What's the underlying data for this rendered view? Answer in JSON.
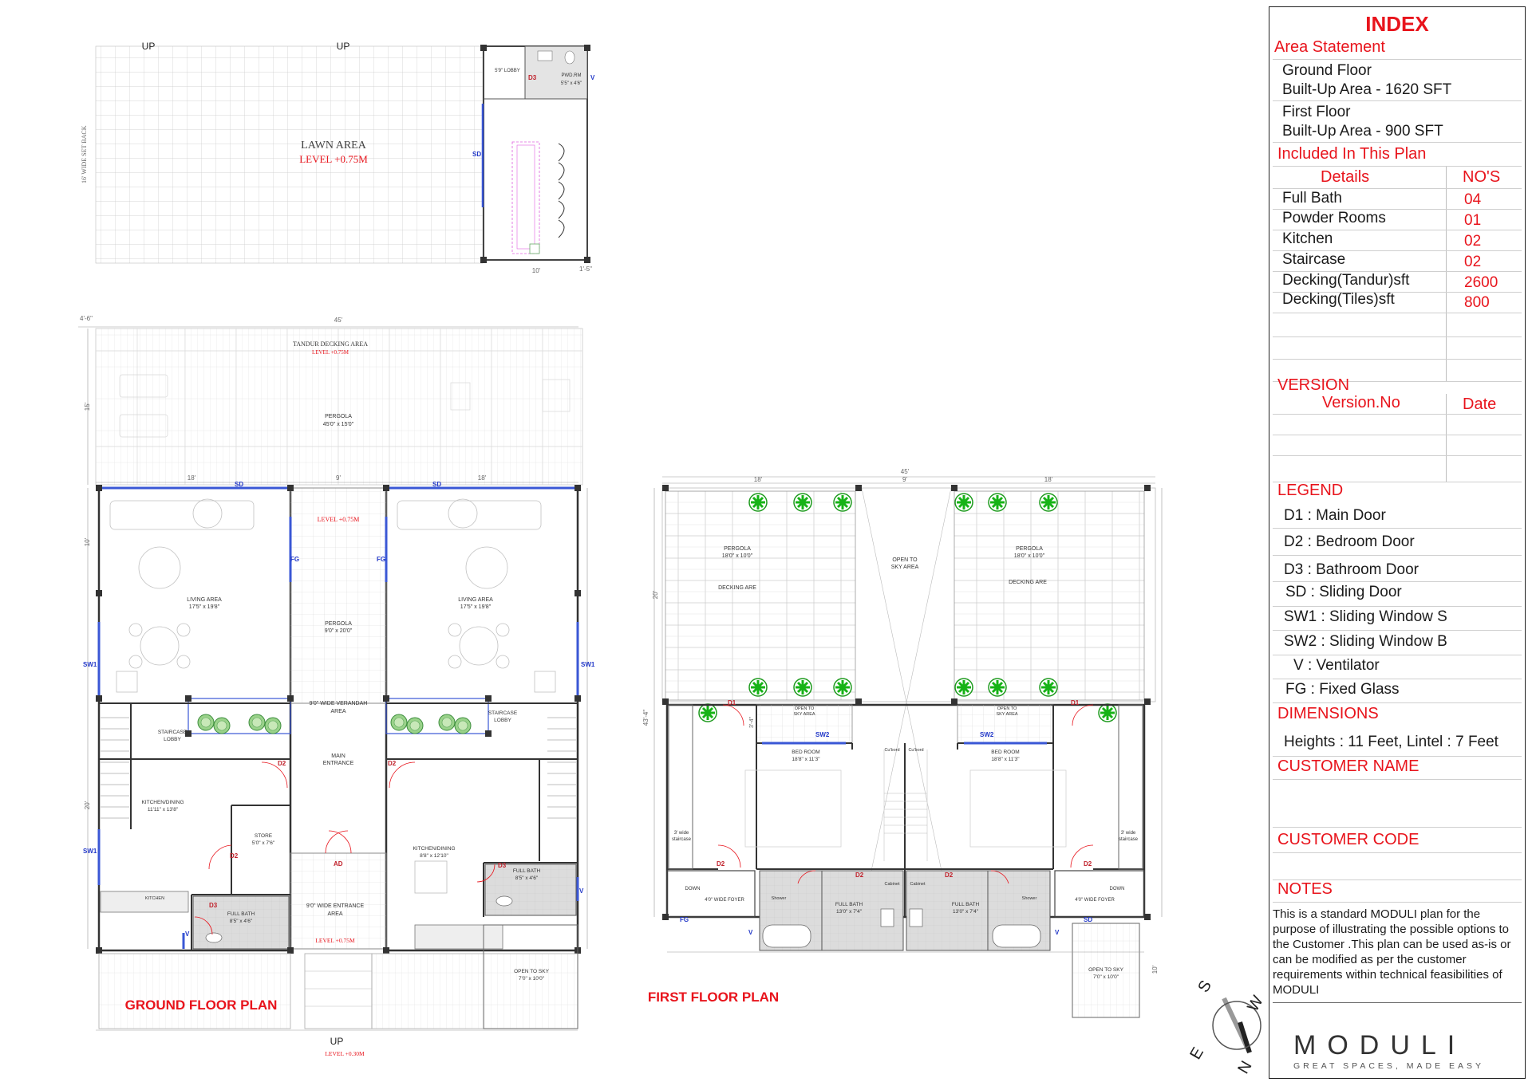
{
  "index": {
    "title": "INDEX",
    "area_statement": {
      "heading": "Area Statement",
      "ground_floor_label": "Ground Floor",
      "ground_floor_area": "Built-Up  Area - 1620 SFT",
      "first_floor_label": "First Floor",
      "first_floor_area": "Built-Up  Area - 900 SFT"
    },
    "included": {
      "heading": "Included In This Plan",
      "col_details": "Details",
      "col_nos": "NO'S",
      "rows": [
        {
          "item": "Full Bath",
          "count": "04"
        },
        {
          "item": "Powder Rooms",
          "count": "01"
        },
        {
          "item": "Kitchen",
          "count": "02"
        },
        {
          "item": "Staircase",
          "count": "02"
        },
        {
          "item": "Decking(Tandur)sft",
          "count": "2600"
        },
        {
          "item": "Decking(Tiles)sft",
          "count": "800"
        }
      ]
    },
    "version": {
      "heading": "VERSION",
      "col_version": "Version.No",
      "col_date": "Date"
    },
    "legend": {
      "heading": "LEGEND",
      "items": [
        "D1 : Main Door",
        "D2 : Bedroom Door",
        "D3 : Bathroom Door",
        "SD : Sliding Door",
        "SW1 : Sliding Window S",
        "SW2 : Sliding Window B",
        "V    : Ventilator",
        "FG    : Fixed Glass"
      ]
    },
    "dimensions": {
      "heading": "DIMENSIONS",
      "value": "Heights : 11 Feet, Lintel : 7 Feet"
    },
    "customer_name": {
      "heading": "CUSTOMER NAME"
    },
    "customer_code": {
      "heading": "CUSTOMER CODE"
    },
    "notes": {
      "heading": "NOTES",
      "text": "This is a standard MODULI plan for the purpose of illustrating the possible options to the Customer .This plan can be used as-is or can be modified as per the customer requirements within technical feasibilities of MODULI"
    },
    "logo": {
      "word": "MODULI",
      "tagline": "GREAT SPACES, MADE EASY"
    }
  },
  "compass": {
    "n": "N",
    "e": "E",
    "s": "S",
    "w": "W"
  },
  "ground_floor": {
    "title": "GROUND FLOOR PLAN",
    "up_left": "UP",
    "up_right": "UP",
    "up_bottom": "UP",
    "level_bottom": "LEVEL +0.30M",
    "lawn_area": "LAWN AREA",
    "lawn_level": "LEVEL +0.75M",
    "setback": "16' WIDE SET BACK",
    "tandur_decking": "TANDUR DECKING AREA",
    "tandur_level": "LEVEL +0.75M",
    "pergola_main": "PERGOLA",
    "pergola_main_size": "45'0\" x 15'0\"",
    "dim_45": "45'",
    "dim_18a": "18'",
    "dim_9": "9'",
    "dim_18b": "18'",
    "dim_10": "10'",
    "dim_15": "15'",
    "dim_20": "20'",
    "level_mid": "LEVEL +0.75M",
    "pergola_center": "PERGOLA",
    "pergola_center_size": "9'0\" x 20'0\"",
    "living_left": "LIVING AREA",
    "living_left_size": "17'5\" x 19'8\"",
    "living_right": "LIVING AREA",
    "living_right_size": "17'5\" x 19'8\"",
    "verandah": "9'0\" WIDE  VERANDAH",
    "verandah_area": "AREA",
    "main_entrance": "MAIN",
    "main_entrance_2": "ENTRANCE",
    "staircase_lobby_l": "STAIRCASE",
    "staircase_lobby_l2": "LOBBY",
    "staircase_lobby_r": "STAIRCASE",
    "staircase_lobby_r2": "LOBBY",
    "kitchen_left": "KITCHEN/DINING",
    "kitchen_left_size": "11'11\" x 13'8\"",
    "kitchen_right": "KITCHEN/DINING",
    "kitchen_right_size": "8'8\" x 12'10\"",
    "store": "STORE",
    "store_size": "5'0\" x 7'6\"",
    "full_bath_l": "FULL BATH",
    "full_bath_l_size": "8'5\" x 4'6\"",
    "full_bath_r": "FULL BATH",
    "full_bath_r_size": "8'5\" x 4'6\"",
    "entrance_area": "9'0\" WIDE ENTRANCE",
    "entrance_area_2": "AREA",
    "entrance_level": "LEVEL +0.75M",
    "open_sky": "OPEN TO SKY",
    "open_sky_size": "7'0\" x 10'0\"",
    "lobby_small": "5'9\" LOBBY",
    "pwd_rm": "PWD.RM",
    "pwd_rm_size": "5'5\" x 4'6\"",
    "kitchen_small": "KITCHEN",
    "dim_10b": "10'",
    "dim_45b": "4'-6\"",
    "dim_1_5": "1'-5\""
  },
  "first_floor": {
    "title": "FIRST FLOOR PLAN",
    "pergola_l": "PERGOLA",
    "pergola_l_size": "18'0\" x 10'0\"",
    "pergola_r": "PERGOLA",
    "pergola_r_size": "18'0\" x 10'0\"",
    "decking_l": "DECKING ARE",
    "decking_r": "DECKING ARE",
    "open_sky": "OPEN TO",
    "open_sky_2": "SKY AREA",
    "open_sky_small_l": "OPEN TO",
    "open_sky_small_l2": "SKY AREA",
    "open_sky_small_r": "OPEN TO",
    "open_sky_small_r2": "SKY AREA",
    "bed_l": "BED ROOM",
    "bed_l_size": "18'8\" x 11'3\"",
    "bed_r": "BED ROOM",
    "bed_r_size": "18'8\" x 11'3\"",
    "bath_l": "FULL BATH",
    "bath_l_size": "13'0\" x 7'4\"",
    "bath_r": "FULL BATH",
    "bath_r_size": "13'0\" x 7'4\"",
    "foyer_l": "4'0\" WIDE FOYER",
    "foyer_r": "4'0\" WIDE FOYER",
    "staircase_l": "3' wide",
    "staircase_l2": "staircase",
    "staircase_r": "3' wide",
    "staircase_r2": "staircase",
    "down_l": "DOWN",
    "down_r": "DOWN",
    "open_sky_bottom": "OPEN TO SKY",
    "open_sky_bottom_size": "7'0\" x 10'0\"",
    "shower_l": "Shower",
    "shower_r": "Shower",
    "cabinet_l": "Cabinet",
    "cabinet_r": "Cabinet",
    "cupboard_l": "Cu'bord",
    "cupboard_r": "Cu'bord",
    "dim_45": "45'",
    "dim_18a": "18'",
    "dim_9": "9'",
    "dim_18b": "18'",
    "dim_20": "20'",
    "dim_434": "43'-4\"",
    "dim_34": "3'-4\"",
    "dim_10": "10'"
  },
  "tags": {
    "d1": "D1",
    "d2": "D2",
    "d3": "D3",
    "sd": "SD",
    "sw1": "SW1",
    "sw2": "SW2",
    "v": "V",
    "fg": "FG",
    "ad": "AD"
  }
}
